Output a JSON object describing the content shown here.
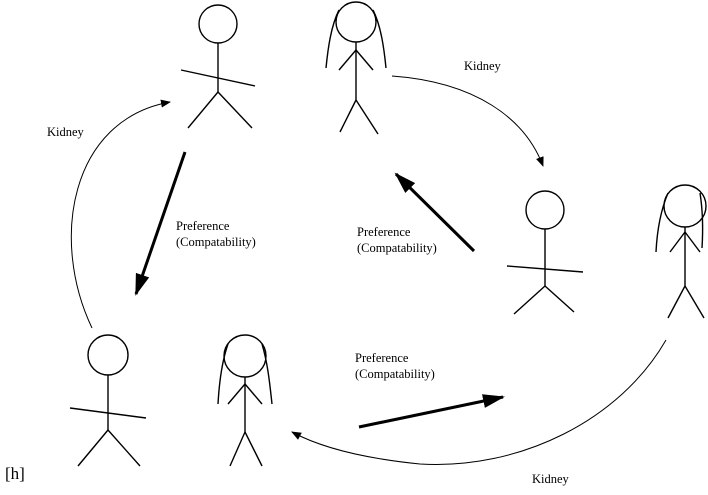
{
  "labels": {
    "kidney": "Kidney",
    "preference_line1": "Preference",
    "preference_line2": "(Compatability)",
    "corner_tag": "[h]"
  },
  "figures": [
    {
      "id": "top-left-person",
      "style": "short-hair"
    },
    {
      "id": "top-center-person",
      "style": "long-hair"
    },
    {
      "id": "right-person",
      "style": "short-hair"
    },
    {
      "id": "far-right-person",
      "style": "long-hair"
    },
    {
      "id": "bottom-left-person",
      "style": "short-hair"
    },
    {
      "id": "bottom-center-person",
      "style": "long-hair"
    }
  ],
  "colors": {
    "ink": "#000000",
    "background": "#ffffff"
  }
}
